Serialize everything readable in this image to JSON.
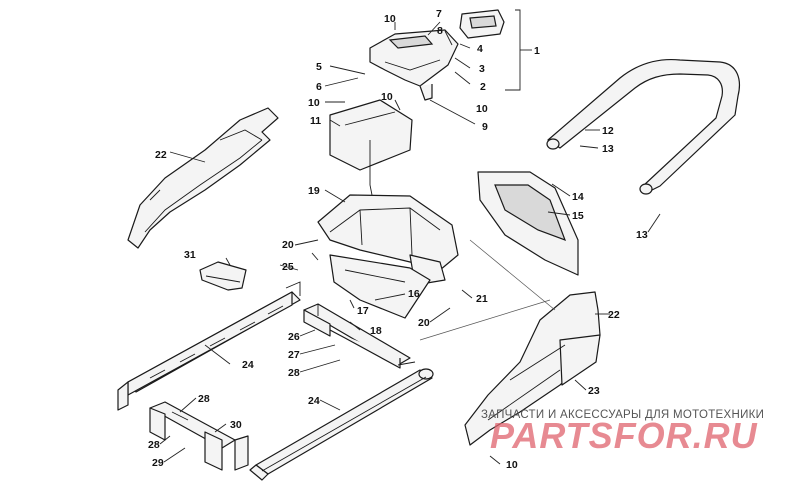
{
  "callouts": {
    "c1": "1",
    "c2": "2",
    "c3": "3",
    "c4": "4",
    "c5": "5",
    "c6": "6",
    "c7": "7",
    "c8": "8",
    "c9": "9",
    "c10a": "10",
    "c10b": "10",
    "c10c": "10",
    "c10d": "10",
    "c10e": "10",
    "c11": "11",
    "c12": "12",
    "c13a": "13",
    "c13b": "13",
    "c14": "14",
    "c15": "15",
    "c16": "16",
    "c17": "17",
    "c18": "18",
    "c19": "19",
    "c20a": "20",
    "c20b": "20",
    "c21": "21",
    "c22a": "22",
    "c22b": "22",
    "c23": "23",
    "c24a": "24",
    "c24b": "24",
    "c25": "25",
    "c26": "26",
    "c27": "27",
    "c28a": "28",
    "c28b": "28",
    "c28c": "28",
    "c29": "29",
    "c30": "30",
    "c31": "31"
  },
  "watermark": {
    "subtitle": "ЗАПЧАСТИ И АКСЕССУАРЫ ДЛЯ МОТОТЕХНИКИ",
    "brand": "PARTSFOR.RU"
  },
  "colors": {
    "watermark_brand": "#e0646e",
    "line": "#1a1a1a"
  }
}
